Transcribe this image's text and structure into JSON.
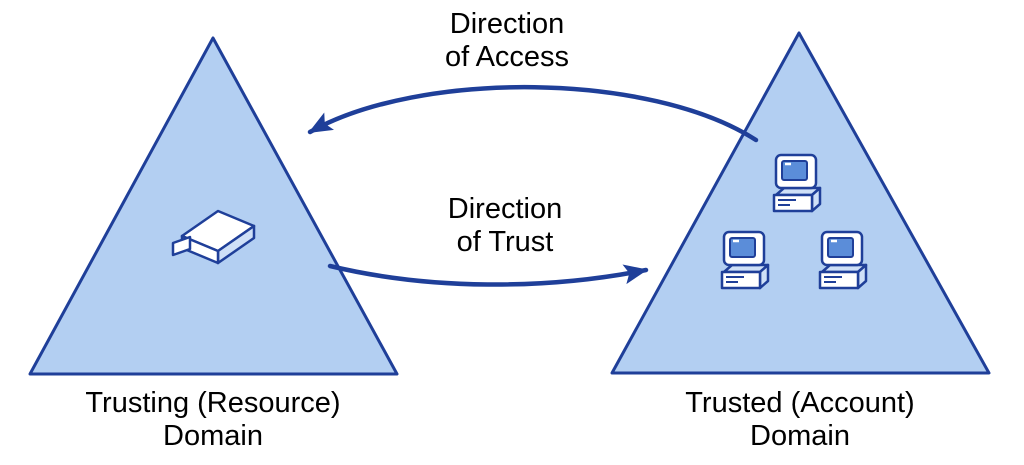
{
  "diagram": {
    "title": "Domain trust relationship diagram",
    "colors": {
      "background": "#ffffff",
      "triangle_fill": "#b3cff2",
      "triangle_stroke": "#1f3f99",
      "arrow_color": "#1f3f99",
      "text_color": "#000000",
      "icon_screen_fill": "#5b8dd9",
      "icon_body_fill": "#ffffff"
    },
    "left_domain": {
      "label_line1": "Trusting (Resource)",
      "label_line2": "Domain",
      "icon": "resource-book-icon"
    },
    "right_domain": {
      "label_line1": "Trusted (Account)",
      "label_line2": "Domain",
      "icon": "computer-icon",
      "computer_count": 3
    },
    "arrows": [
      {
        "name": "direction-of-access",
        "label_line1": "Direction",
        "label_line2": "of Access",
        "direction": "right-to-left"
      },
      {
        "name": "direction-of-trust",
        "label_line1": "Direction",
        "label_line2": "of Trust",
        "direction": "left-to-right"
      }
    ]
  }
}
